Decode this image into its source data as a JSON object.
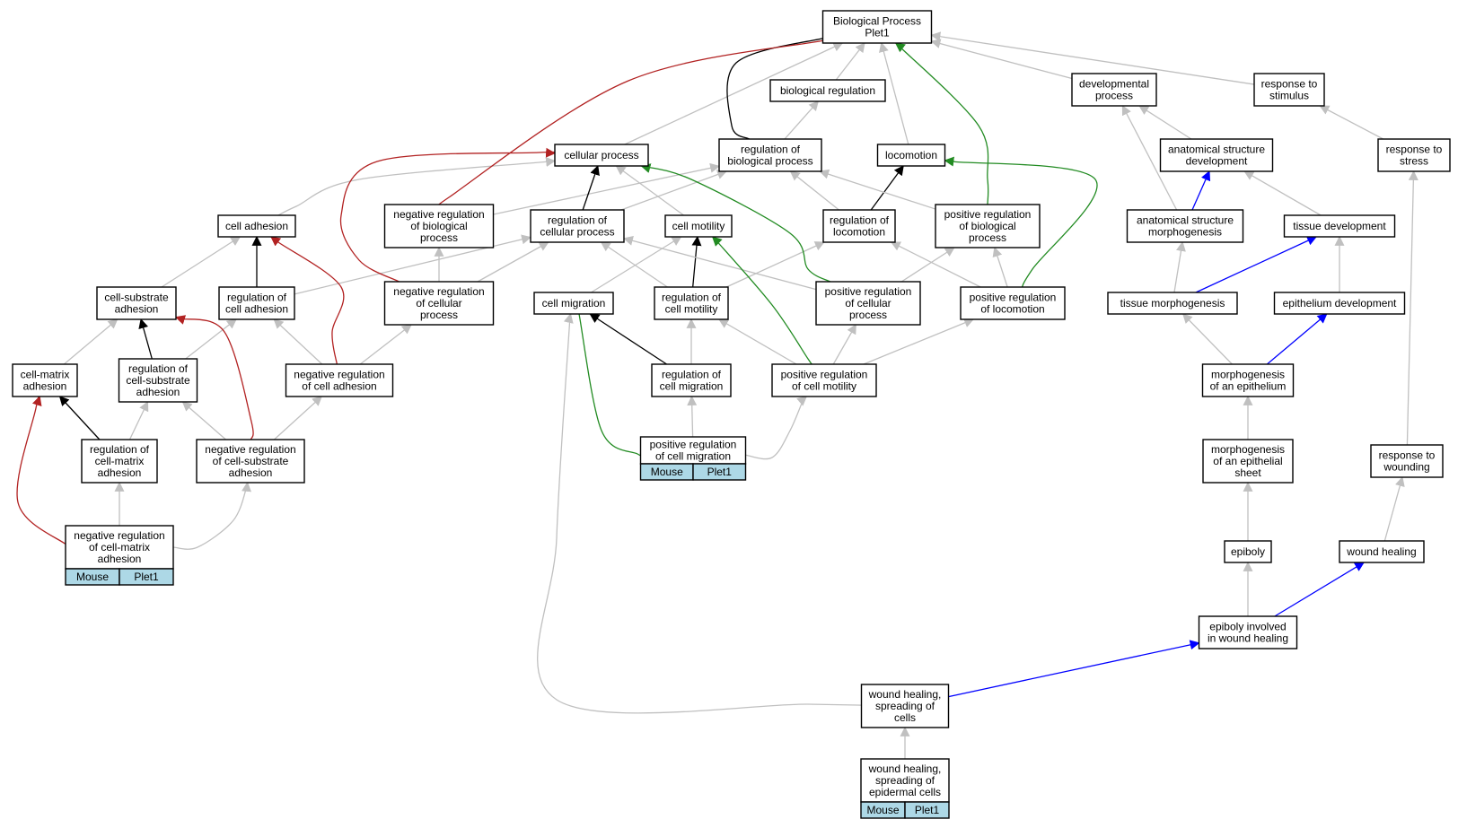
{
  "title": "Biological Process",
  "subtitle": "Plet1",
  "colors": {
    "is_a": "#c0c0c0",
    "regulates": "#000000",
    "negatively_regulates": "#b22222",
    "positively_regulates": "#228b22",
    "part_of": "#0000ff",
    "annotation_fill": "#add8e6"
  },
  "terms": [
    {
      "id": "root",
      "label": [
        "Biological Process",
        "Plet1"
      ]
    },
    {
      "id": "bioreg",
      "label": [
        "biological regulation"
      ]
    },
    {
      "id": "devproc",
      "label": [
        "developmental",
        "process"
      ]
    },
    {
      "id": "respstim",
      "label": [
        "response to",
        "stimulus"
      ]
    },
    {
      "id": "cellproc",
      "label": [
        "cellular process"
      ]
    },
    {
      "id": "regbio",
      "label": [
        "regulation of",
        "biological process"
      ]
    },
    {
      "id": "locomotion",
      "label": [
        "locomotion"
      ]
    },
    {
      "id": "asdev",
      "label": [
        "anatomical structure",
        "development"
      ]
    },
    {
      "id": "respstress",
      "label": [
        "response to",
        "stress"
      ]
    },
    {
      "id": "celladh",
      "label": [
        "cell adhesion"
      ]
    },
    {
      "id": "negregbio",
      "label": [
        "negative regulation",
        "of biological",
        "process"
      ]
    },
    {
      "id": "regcellproc",
      "label": [
        "regulation of",
        "cellular process"
      ]
    },
    {
      "id": "cellmot",
      "label": [
        "cell motility"
      ]
    },
    {
      "id": "regloco",
      "label": [
        "regulation of",
        "locomotion"
      ]
    },
    {
      "id": "posregbio",
      "label": [
        "positive regulation",
        "of biological",
        "process"
      ]
    },
    {
      "id": "asmorph",
      "label": [
        "anatomical structure",
        "morphogenesis"
      ]
    },
    {
      "id": "tissdev",
      "label": [
        "tissue development"
      ]
    },
    {
      "id": "cellsub",
      "label": [
        "cell-substrate",
        "adhesion"
      ]
    },
    {
      "id": "regcelladh",
      "label": [
        "regulation of",
        "cell adhesion"
      ]
    },
    {
      "id": "negregcellproc",
      "label": [
        "negative regulation",
        "of cellular",
        "process"
      ]
    },
    {
      "id": "cellmig",
      "label": [
        "cell migration"
      ]
    },
    {
      "id": "regcellmot",
      "label": [
        "regulation of",
        "cell motility"
      ]
    },
    {
      "id": "posregcellproc",
      "label": [
        "positive regulation",
        "of cellular",
        "process"
      ]
    },
    {
      "id": "posregloco",
      "label": [
        "positive regulation",
        "of locomotion"
      ]
    },
    {
      "id": "tissmorph",
      "label": [
        "tissue morphogenesis"
      ]
    },
    {
      "id": "epidev",
      "label": [
        "epithelium development"
      ]
    },
    {
      "id": "cellmatrix",
      "label": [
        "cell-matrix",
        "adhesion"
      ]
    },
    {
      "id": "regcellsub",
      "label": [
        "regulation of",
        "cell-substrate",
        "adhesion"
      ]
    },
    {
      "id": "negregcelladh",
      "label": [
        "negative regulation",
        "of cell adhesion"
      ]
    },
    {
      "id": "regcellmig",
      "label": [
        "regulation of",
        "cell migration"
      ]
    },
    {
      "id": "posregcellmot",
      "label": [
        "positive regulation",
        "of cell motility"
      ]
    },
    {
      "id": "morphepi",
      "label": [
        "morphogenesis",
        "of an epithelium"
      ]
    },
    {
      "id": "regcellmatrix",
      "label": [
        "regulation of",
        "cell-matrix",
        "adhesion"
      ]
    },
    {
      "id": "negregcellsub",
      "label": [
        "negative regulation",
        "of cell-substrate",
        "adhesion"
      ]
    },
    {
      "id": "posregcellmig",
      "label": [
        "positive regulation",
        "of cell migration"
      ],
      "annotation": [
        "Mouse",
        "Plet1"
      ]
    },
    {
      "id": "morphepisheet",
      "label": [
        "morphogenesis",
        "of an epithelial",
        "sheet"
      ]
    },
    {
      "id": "respwound",
      "label": [
        "response to",
        "wounding"
      ]
    },
    {
      "id": "negregcellmatrix",
      "label": [
        "negative regulation",
        "of cell-matrix",
        "adhesion"
      ],
      "annotation": [
        "Mouse",
        "Plet1"
      ]
    },
    {
      "id": "epiboly",
      "label": [
        "epiboly"
      ]
    },
    {
      "id": "woundheal",
      "label": [
        "wound healing"
      ]
    },
    {
      "id": "epibolywound",
      "label": [
        "epiboly involved",
        "in wound healing"
      ]
    },
    {
      "id": "whspread",
      "label": [
        "wound healing,",
        "spreading of",
        "cells"
      ]
    },
    {
      "id": "whepid",
      "label": [
        "wound healing,",
        "spreading of",
        "epidermal cells"
      ],
      "annotation": [
        "Mouse",
        "Plet1"
      ]
    }
  ],
  "relations": [
    {
      "from": "bioreg",
      "to": "root",
      "type": "is_a"
    },
    {
      "from": "devproc",
      "to": "root",
      "type": "is_a"
    },
    {
      "from": "respstim",
      "to": "root",
      "type": "is_a"
    },
    {
      "from": "cellproc",
      "to": "root",
      "type": "is_a"
    },
    {
      "from": "regbio",
      "to": "root",
      "type": "regulates"
    },
    {
      "from": "regbio",
      "to": "bioreg",
      "type": "is_a"
    },
    {
      "from": "locomotion",
      "to": "root",
      "type": "is_a"
    },
    {
      "from": "asdev",
      "to": "devproc",
      "type": "is_a"
    },
    {
      "from": "respstress",
      "to": "respstim",
      "type": "is_a"
    },
    {
      "from": "celladh",
      "to": "cellproc",
      "type": "is_a"
    },
    {
      "from": "negregbio",
      "to": "root",
      "type": "negatively_regulates"
    },
    {
      "from": "negregbio",
      "to": "regbio",
      "type": "is_a"
    },
    {
      "from": "regcellproc",
      "to": "cellproc",
      "type": "regulates"
    },
    {
      "from": "regcellproc",
      "to": "regbio",
      "type": "is_a"
    },
    {
      "from": "cellmot",
      "to": "cellproc",
      "type": "is_a"
    },
    {
      "from": "regloco",
      "to": "regbio",
      "type": "is_a"
    },
    {
      "from": "regloco",
      "to": "locomotion",
      "type": "regulates"
    },
    {
      "from": "posregbio",
      "to": "root",
      "type": "positively_regulates"
    },
    {
      "from": "posregbio",
      "to": "regbio",
      "type": "is_a"
    },
    {
      "from": "asmorph",
      "to": "devproc",
      "type": "is_a"
    },
    {
      "from": "asmorph",
      "to": "asdev",
      "type": "part_of"
    },
    {
      "from": "tissdev",
      "to": "asdev",
      "type": "is_a"
    },
    {
      "from": "cellsub",
      "to": "celladh",
      "type": "is_a"
    },
    {
      "from": "regcelladh",
      "to": "celladh",
      "type": "regulates"
    },
    {
      "from": "regcelladh",
      "to": "regcellproc",
      "type": "is_a"
    },
    {
      "from": "negregcellproc",
      "to": "cellproc",
      "type": "negatively_regulates"
    },
    {
      "from": "negregcellproc",
      "to": "negregbio",
      "type": "is_a"
    },
    {
      "from": "negregcellproc",
      "to": "regcellproc",
      "type": "is_a"
    },
    {
      "from": "cellmig",
      "to": "cellmot",
      "type": "is_a"
    },
    {
      "from": "regcellmot",
      "to": "cellmot",
      "type": "regulates"
    },
    {
      "from": "regcellmot",
      "to": "regcellproc",
      "type": "is_a"
    },
    {
      "from": "regcellmot",
      "to": "regloco",
      "type": "is_a"
    },
    {
      "from": "posregcellproc",
      "to": "cellproc",
      "type": "positively_regulates"
    },
    {
      "from": "posregcellproc",
      "to": "regcellproc",
      "type": "is_a"
    },
    {
      "from": "posregcellproc",
      "to": "posregbio",
      "type": "is_a"
    },
    {
      "from": "posregloco",
      "to": "locomotion",
      "type": "positively_regulates"
    },
    {
      "from": "posregloco",
      "to": "regloco",
      "type": "is_a"
    },
    {
      "from": "posregloco",
      "to": "posregbio",
      "type": "is_a"
    },
    {
      "from": "tissmorph",
      "to": "asmorph",
      "type": "is_a"
    },
    {
      "from": "tissmorph",
      "to": "tissdev",
      "type": "part_of"
    },
    {
      "from": "epidev",
      "to": "tissdev",
      "type": "is_a"
    },
    {
      "from": "cellmatrix",
      "to": "cellsub",
      "type": "is_a"
    },
    {
      "from": "regcellsub",
      "to": "cellsub",
      "type": "regulates"
    },
    {
      "from": "regcellsub",
      "to": "regcelladh",
      "type": "is_a"
    },
    {
      "from": "negregcelladh",
      "to": "celladh",
      "type": "negatively_regulates"
    },
    {
      "from": "negregcelladh",
      "to": "regcelladh",
      "type": "is_a"
    },
    {
      "from": "negregcelladh",
      "to": "negregcellproc",
      "type": "is_a"
    },
    {
      "from": "regcellmig",
      "to": "cellmig",
      "type": "regulates"
    },
    {
      "from": "regcellmig",
      "to": "regcellmot",
      "type": "is_a"
    },
    {
      "from": "posregcellmot",
      "to": "cellmot",
      "type": "positively_regulates"
    },
    {
      "from": "posregcellmot",
      "to": "regcellmot",
      "type": "is_a"
    },
    {
      "from": "posregcellmot",
      "to": "posregcellproc",
      "type": "is_a"
    },
    {
      "from": "posregcellmot",
      "to": "posregloco",
      "type": "is_a"
    },
    {
      "from": "morphepi",
      "to": "tissmorph",
      "type": "is_a"
    },
    {
      "from": "morphepi",
      "to": "epidev",
      "type": "part_of"
    },
    {
      "from": "regcellmatrix",
      "to": "cellmatrix",
      "type": "regulates"
    },
    {
      "from": "regcellmatrix",
      "to": "regcellsub",
      "type": "is_a"
    },
    {
      "from": "negregcellsub",
      "to": "cellsub",
      "type": "negatively_regulates"
    },
    {
      "from": "negregcellsub",
      "to": "regcellsub",
      "type": "is_a"
    },
    {
      "from": "negregcellsub",
      "to": "negregcelladh",
      "type": "is_a"
    },
    {
      "from": "posregcellmig",
      "to": "cellmig",
      "type": "positively_regulates"
    },
    {
      "from": "posregcellmig",
      "to": "regcellmig",
      "type": "is_a"
    },
    {
      "from": "posregcellmig",
      "to": "posregcellmot",
      "type": "is_a"
    },
    {
      "from": "morphepisheet",
      "to": "morphepi",
      "type": "is_a"
    },
    {
      "from": "respwound",
      "to": "respstress",
      "type": "is_a"
    },
    {
      "from": "negregcellmatrix",
      "to": "cellmatrix",
      "type": "negatively_regulates"
    },
    {
      "from": "negregcellmatrix",
      "to": "regcellmatrix",
      "type": "is_a"
    },
    {
      "from": "negregcellmatrix",
      "to": "negregcellsub",
      "type": "is_a"
    },
    {
      "from": "epiboly",
      "to": "morphepisheet",
      "type": "is_a"
    },
    {
      "from": "woundheal",
      "to": "respwound",
      "type": "is_a"
    },
    {
      "from": "epibolywound",
      "to": "epiboly",
      "type": "is_a"
    },
    {
      "from": "epibolywound",
      "to": "woundheal",
      "type": "part_of"
    },
    {
      "from": "whspread",
      "to": "cellmig",
      "type": "is_a"
    },
    {
      "from": "whspread",
      "to": "epibolywound",
      "type": "part_of"
    },
    {
      "from": "whepid",
      "to": "whspread",
      "type": "is_a"
    }
  ]
}
